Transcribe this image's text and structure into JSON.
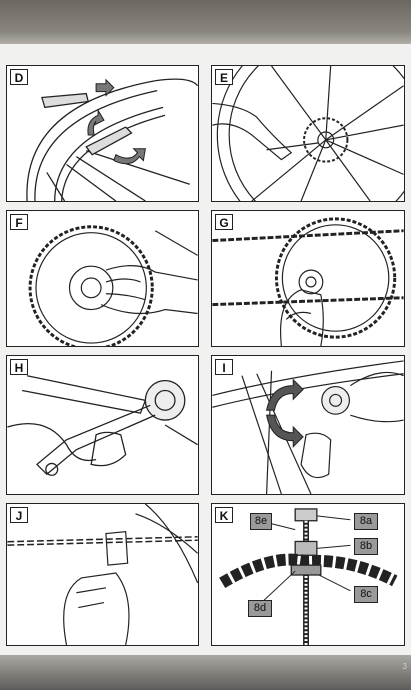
{
  "panels": {
    "d": {
      "label": "D"
    },
    "e": {
      "label": "E"
    },
    "f": {
      "label": "F"
    },
    "g": {
      "label": "G"
    },
    "h": {
      "label": "H"
    },
    "i": {
      "label": "I"
    },
    "j": {
      "label": "J"
    },
    "k": {
      "label": "K",
      "callouts": {
        "a": "8a",
        "b": "8b",
        "c": "8c",
        "d": "8d",
        "e": "8e"
      }
    }
  },
  "page_number": "3"
}
